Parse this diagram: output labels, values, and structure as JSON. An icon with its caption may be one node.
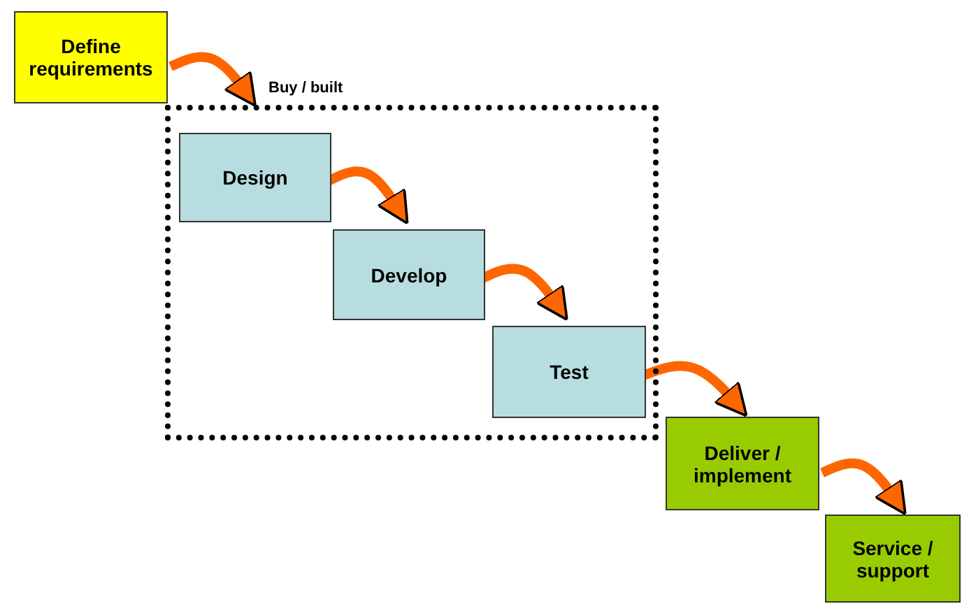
{
  "diagram": {
    "nodes": [
      {
        "text": [
          "Define requirements"
        ]
      },
      {
        "text": [
          "Buy / built"
        ]
      },
      {
        "text": [
          "Design"
        ],
        "in": 1
      },
      {
        "text": [
          "Develop"
        ],
        "in": 1
      },
      {
        "text": [
          "Test"
        ],
        "in": 1
      },
      {
        "text": [
          "Deliver / implement"
        ]
      },
      {
        "text": [
          "Service / support"
        ]
      }
    ],
    "edges": [
      {
        "from": 0,
        "to": 1,
        "arrow": "to"
      },
      {
        "from": 2,
        "to": 3,
        "arrow": "to"
      },
      {
        "from": 3,
        "to": 4,
        "arrow": "to"
      },
      {
        "from": 4,
        "to": 5,
        "arrow": "to"
      },
      {
        "from": 5,
        "to": 6,
        "arrow": "to"
      }
    ]
  }
}
